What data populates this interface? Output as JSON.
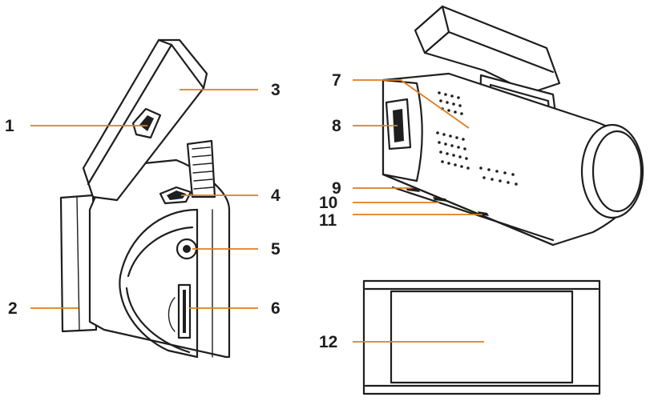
{
  "callouts": [
    {
      "id": 1,
      "label": "1"
    },
    {
      "id": 2,
      "label": "2"
    },
    {
      "id": 3,
      "label": "3"
    },
    {
      "id": 4,
      "label": "4"
    },
    {
      "id": 5,
      "label": "5"
    },
    {
      "id": 6,
      "label": "6"
    },
    {
      "id": 7,
      "label": "7"
    },
    {
      "id": 8,
      "label": "8"
    },
    {
      "id": 9,
      "label": "9"
    },
    {
      "id": 10,
      "label": "10"
    },
    {
      "id": 11,
      "label": "11"
    },
    {
      "id": 12,
      "label": "12"
    }
  ],
  "colors": {
    "outline": "#1e1e1e",
    "leader": "#e07b1f",
    "background": "#ffffff"
  }
}
